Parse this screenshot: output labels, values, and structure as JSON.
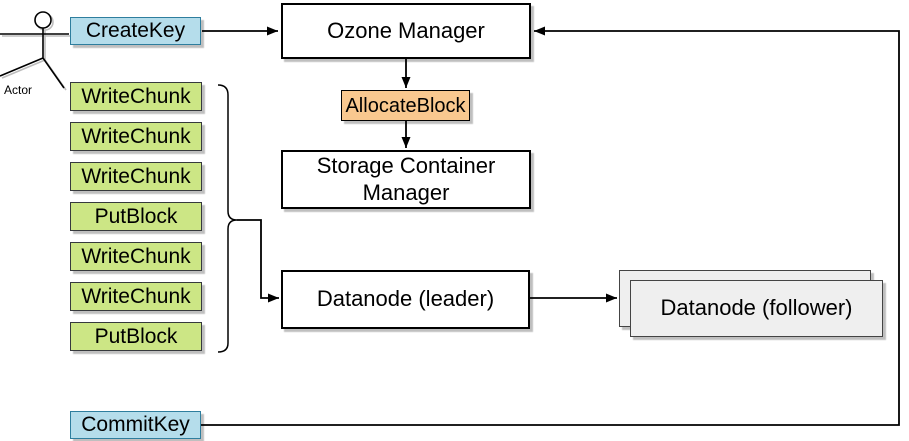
{
  "diagram": {
    "actor": {
      "label": "Actor"
    },
    "nodes": {
      "create_key": {
        "label": "CreateKey"
      },
      "ozone_manager": {
        "label": "Ozone Manager"
      },
      "allocate_block": {
        "label": "AllocateBlock"
      },
      "storage_container_manager": {
        "label": "Storage Container\nManager"
      },
      "datanode_leader": {
        "label": "Datanode (leader)"
      },
      "datanode_follower": {
        "label": "Datanode (follower)"
      },
      "commit_key": {
        "label": "CommitKey"
      }
    },
    "operations": [
      {
        "label": "WriteChunk"
      },
      {
        "label": "WriteChunk"
      },
      {
        "label": "WriteChunk"
      },
      {
        "label": "PutBlock"
      },
      {
        "label": "WriteChunk"
      },
      {
        "label": "WriteChunk"
      },
      {
        "label": "PutBlock"
      }
    ],
    "colors": {
      "key_fill": "#B5DDEB",
      "key_stroke": "#2E7E9E",
      "operation_fill": "#CCE685",
      "operation_stroke": "#36393D",
      "allocate_fill": "#F9C88F",
      "node_fill": "#FFFFFF",
      "follower_fill": "#EFEFEF",
      "line_color": "#000000"
    }
  }
}
